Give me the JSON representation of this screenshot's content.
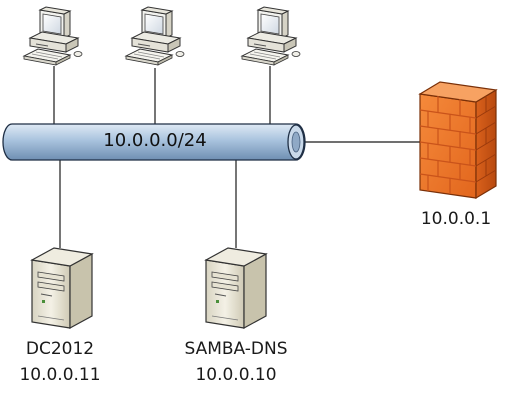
{
  "network": {
    "subnet": "10.0.0.0/24",
    "bus_color": "#a9c3de"
  },
  "firewall": {
    "ip": "10.0.0.1",
    "color": "#f07a2a"
  },
  "servers": [
    {
      "name": "DC2012",
      "ip": "10.0.0.11"
    },
    {
      "name": "SAMBA-DNS",
      "ip": "10.0.0.10"
    }
  ],
  "workstations": [
    {
      "icon": "workstation-icon"
    },
    {
      "icon": "workstation-icon"
    },
    {
      "icon": "workstation-icon"
    }
  ]
}
